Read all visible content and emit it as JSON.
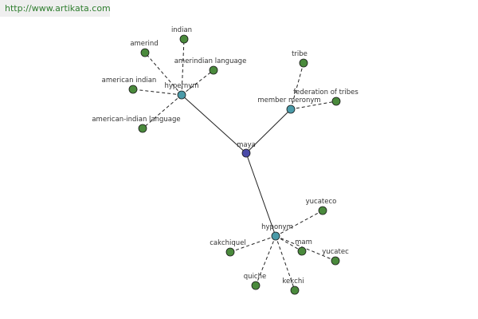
{
  "watermark": {
    "text": "http://www.artikata.com"
  },
  "colors": {
    "root": "#4a4aa8",
    "relation": "#4a9aa8",
    "leaf": "#4a8a3c"
  },
  "graph": {
    "root": {
      "id": "maya",
      "label": "maya"
    },
    "relations": [
      {
        "id": "hypernym",
        "label": "hypernym",
        "leaves": [
          "indian",
          "amerind",
          "amerindian language",
          "american indian",
          "american-indian language"
        ]
      },
      {
        "id": "member-meronym",
        "label": "member meronym",
        "leaves": [
          "tribe",
          "federation of tribes"
        ]
      },
      {
        "id": "hyponym",
        "label": "hyponym",
        "leaves": [
          "yucateco",
          "cakchiquel",
          "mam",
          "yucatec",
          "quiche",
          "kekchi"
        ]
      }
    ]
  }
}
